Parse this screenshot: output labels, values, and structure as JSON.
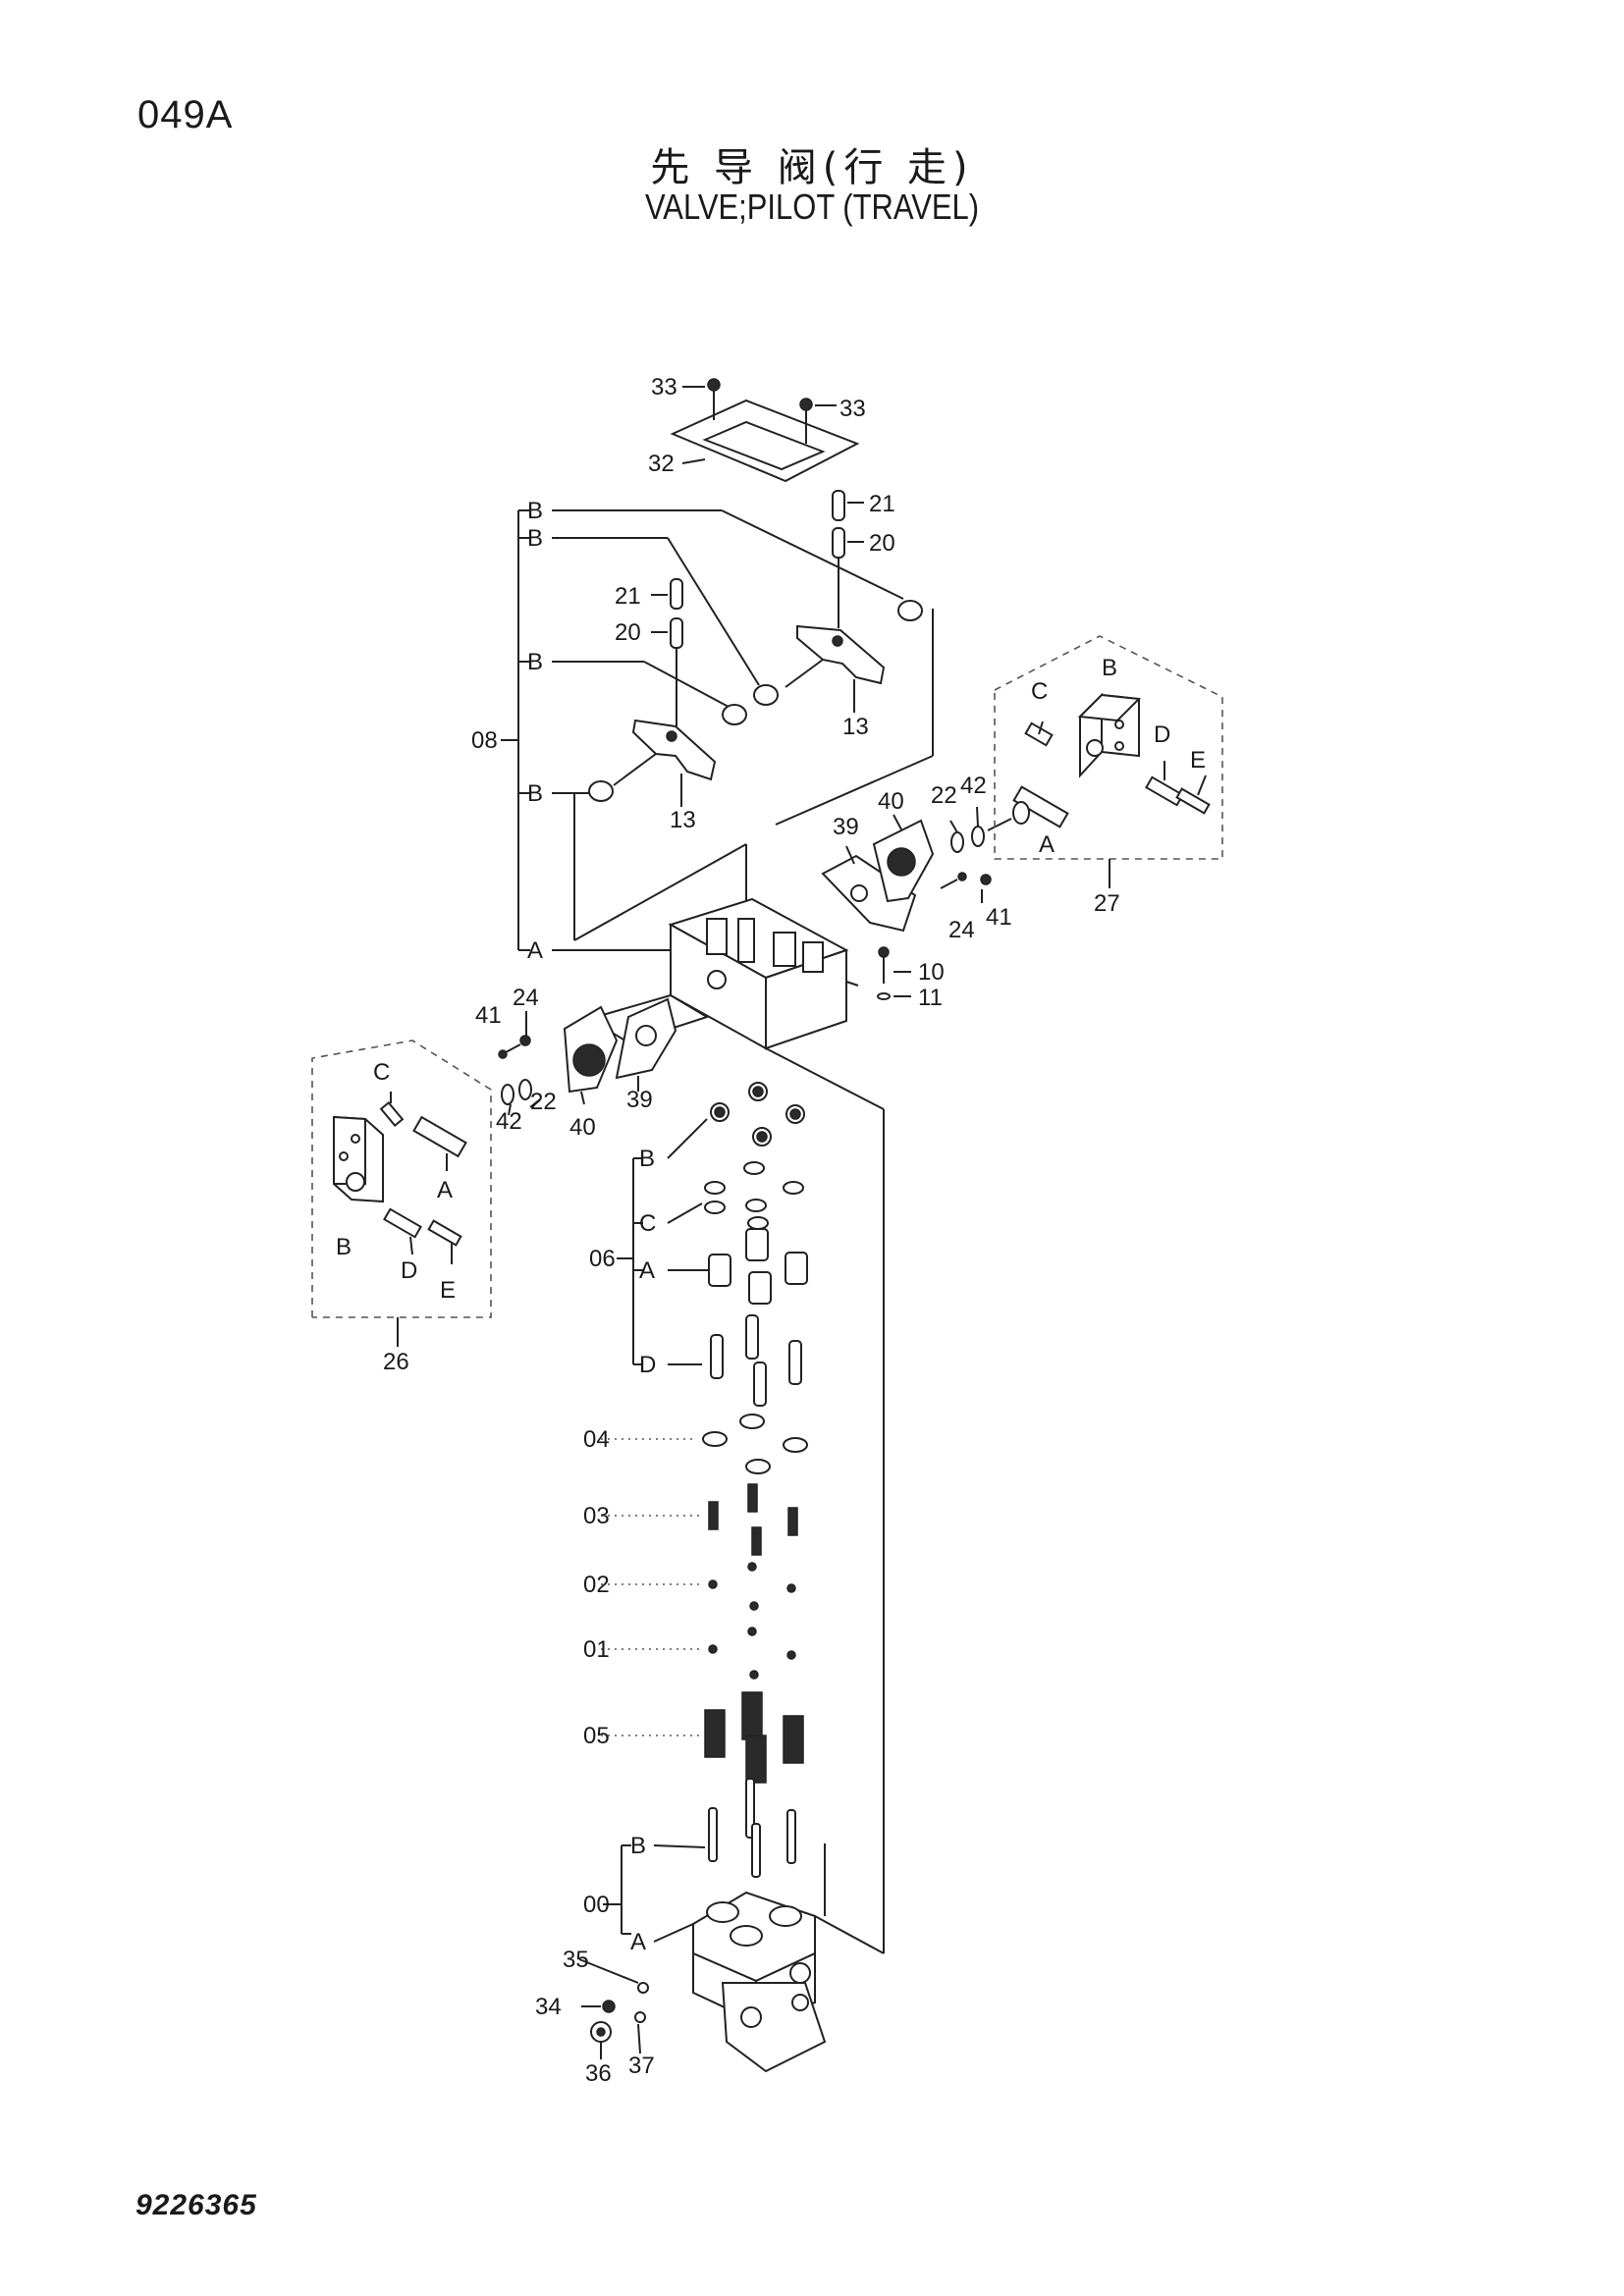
{
  "header": {
    "page_code": "049A",
    "title_cn": "先 导 阀(行 走)",
    "title_en": "VALVE;PILOT (TRAVEL)"
  },
  "footer": {
    "drawing_number": "9226365"
  },
  "labels": {
    "p33": "33",
    "p32": "32",
    "p21": "21",
    "p20": "20",
    "p13": "13",
    "p08": "08",
    "p39": "39",
    "p40": "40",
    "p22": "22",
    "p42": "42",
    "p24": "24",
    "p41": "41",
    "p27": "27",
    "p26": "26",
    "p10": "10",
    "p11": "11",
    "p06": "06",
    "p04": "04",
    "p03": "03",
    "p02": "02",
    "p01": "01",
    "p05": "05",
    "p00": "00",
    "p35": "35",
    "p34": "34",
    "p36": "36",
    "p37": "37",
    "A": "A",
    "B": "B",
    "C": "C",
    "D": "D",
    "E": "E"
  }
}
